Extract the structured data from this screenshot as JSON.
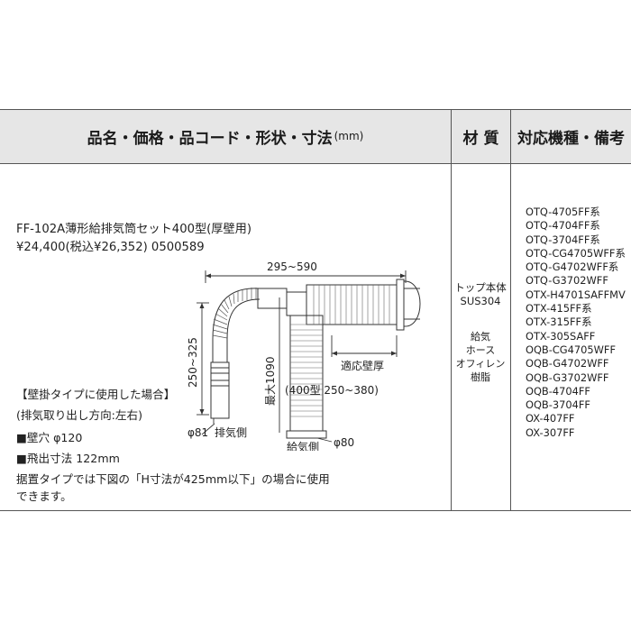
{
  "header": {
    "product_label": "品名・価格・品コード・形状・寸法",
    "product_unit": "(mm)",
    "material_label": "材 質",
    "compatible_label": "対応機種・備考"
  },
  "product": {
    "name": "FF-102A薄形給排気筒セット400型(厚壁用)",
    "price_line": "¥24,400(税込¥26,352) 0500589"
  },
  "drawing": {
    "dim_width": "295~590",
    "dim_vertical": "250~325",
    "dim_max": "最大1090",
    "wall_thickness": "適応壁厚",
    "wall_range": "(400型 250~380)",
    "phi_exhaust": "φ81",
    "exhaust_side": "排気側",
    "phi_intake": "φ80",
    "intake_side": "給気側"
  },
  "notes": {
    "wall_type": "【壁掛タイプに使用した場合】",
    "direction": "(排気取り出し方向:左右)",
    "hole": "■壁穴 φ120",
    "protrusion": "■飛出寸法 122mm",
    "floor_line1": "据置タイプでは下図の「H寸法が425mm以下」の場合に使用",
    "floor_line2": "できます。"
  },
  "material": {
    "top_line1": "トップ本体",
    "top_line2": "SUS304",
    "hose_line1": "給気",
    "hose_line2": "ホース",
    "hose_line3": "オフィレン",
    "hose_line4": "樹脂"
  },
  "compatible_models": [
    "OTQ-4705FF系",
    "OTQ-4704FF系",
    "OTQ-3704FF系",
    "OTQ-CG4705WFF系",
    "OTQ-G4702WFF系",
    "OTQ-G3702WFF",
    "OTX-H4701SAFFMV",
    "OTX-415FF系",
    "OTX-315FF系",
    "OTX-305SAFF",
    "OQB-CG4705WFF",
    "OQB-G4702WFF",
    "OQB-G3702WFF",
    "OQB-4704FF",
    "OQB-3704FF",
    "OX-407FF",
    "OX-307FF"
  ]
}
